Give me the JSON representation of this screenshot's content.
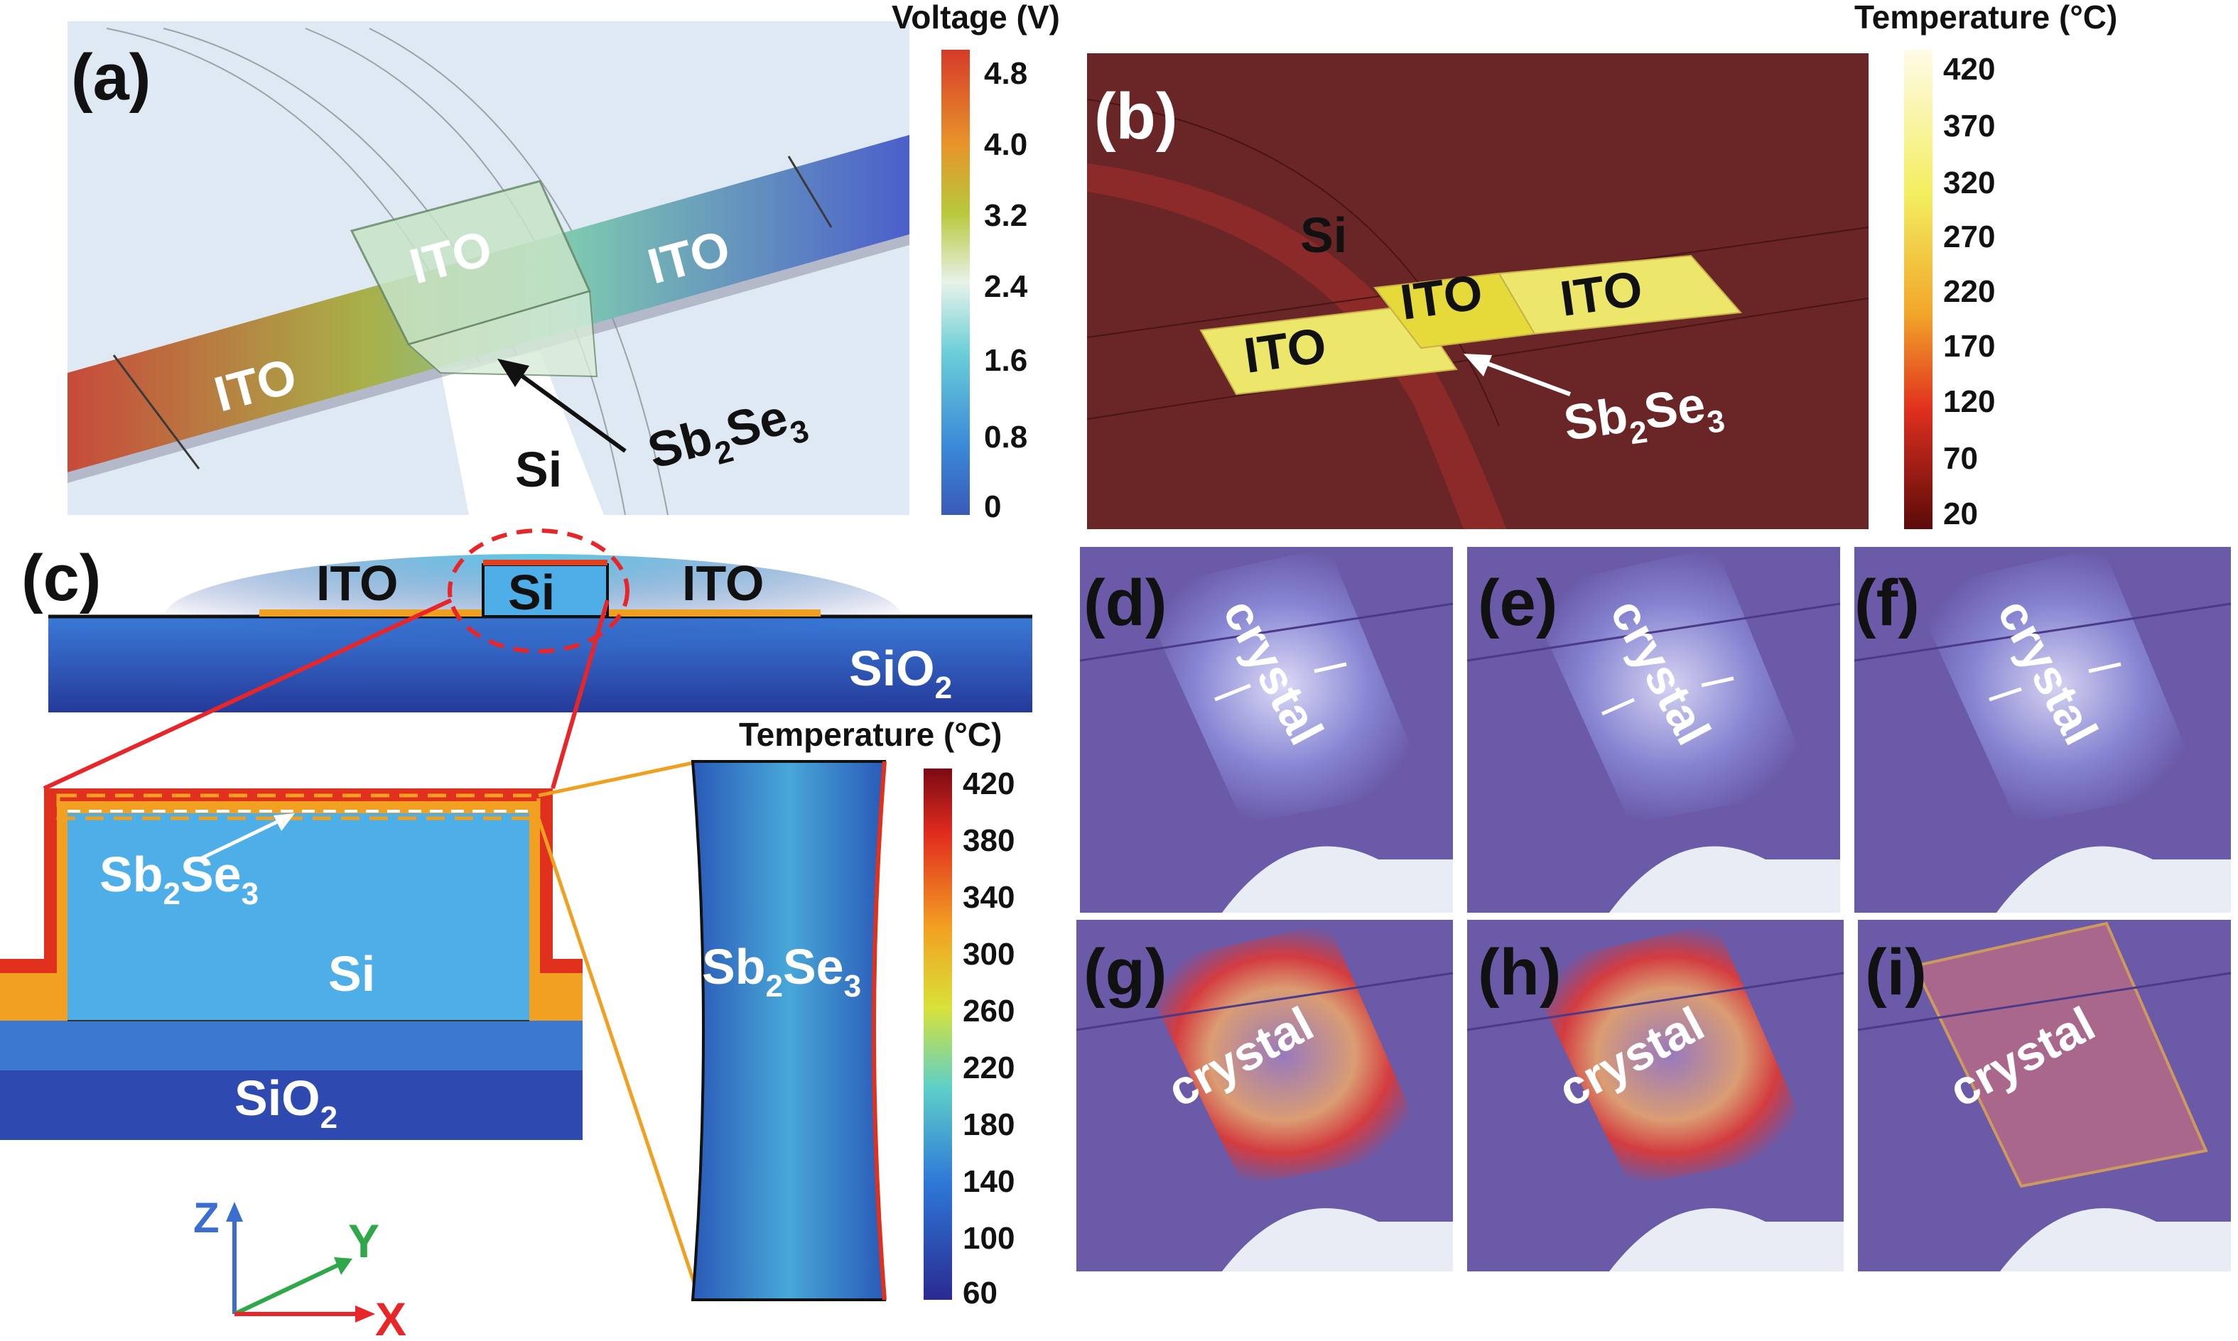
{
  "panels": {
    "a": {
      "letter": "(a)",
      "materials": {
        "ito_left": "ITO",
        "ito_mid": "ITO",
        "ito_right": "ITO",
        "si": "Si",
        "sb2se3": "Sb",
        "sb2se3_sub1": "2",
        "sb2se3_se": "Se",
        "sb2se3_sub2": "3"
      },
      "colorbar": {
        "title": "Voltage (V)",
        "ticks": [
          "4.8",
          "4.0",
          "3.2",
          "2.4",
          "1.6",
          "0.8",
          "0"
        ]
      }
    },
    "b": {
      "letter": "(b)",
      "materials": {
        "si": "Si",
        "ito_left": "ITO",
        "ito_mid": "ITO",
        "ito_right": "ITO",
        "sb2se3": "Sb",
        "sb2se3_sub1": "2",
        "sb2se3_se": "Se",
        "sb2se3_sub2": "3"
      },
      "colorbar": {
        "title": "Temperature (°C)",
        "ticks": [
          "420",
          "370",
          "320",
          "270",
          "220",
          "170",
          "120",
          "70",
          "20"
        ]
      }
    },
    "c": {
      "letter": "(c)",
      "materials": {
        "ito_left": "ITO",
        "ito_right": "ITO",
        "si_top": "Si",
        "sio2_top": "SiO",
        "sio2_top_sub": "2",
        "sb2se3": "Sb",
        "sb2se3_sub1": "2",
        "sb2se3_se": "Se",
        "sb2se3_sub2": "3",
        "si_zoom": "Si",
        "sio2_zoom": "SiO",
        "sio2_zoom_sub": "2",
        "strip_sb": "Sb",
        "strip_sub1": "2",
        "strip_se": "Se",
        "strip_sub2": "3"
      },
      "colorbar": {
        "title": "Temperature (°C)",
        "ticks": [
          "420",
          "380",
          "340",
          "300",
          "260",
          "220",
          "180",
          "140",
          "100",
          "60"
        ]
      },
      "axes": {
        "z": "Z",
        "y": "Y",
        "x": "X"
      }
    },
    "small": [
      {
        "letter": "(d)",
        "label": "crystal"
      },
      {
        "letter": "(e)",
        "label": "crystal"
      },
      {
        "letter": "(f)",
        "label": "crystal"
      },
      {
        "letter": "(g)",
        "label": "crystal"
      },
      {
        "letter": "(h)",
        "label": "crystal"
      },
      {
        "letter": "(i)",
        "label": "crystal"
      }
    ]
  },
  "colors": {
    "accent_red": "#e8262a",
    "accent_orange": "#f0a020",
    "axis_blue": "#3a6fd0",
    "axis_green": "#2fa84a",
    "purple_bg": "#6a5aa8",
    "dark_red_bg": "#6a2424"
  }
}
